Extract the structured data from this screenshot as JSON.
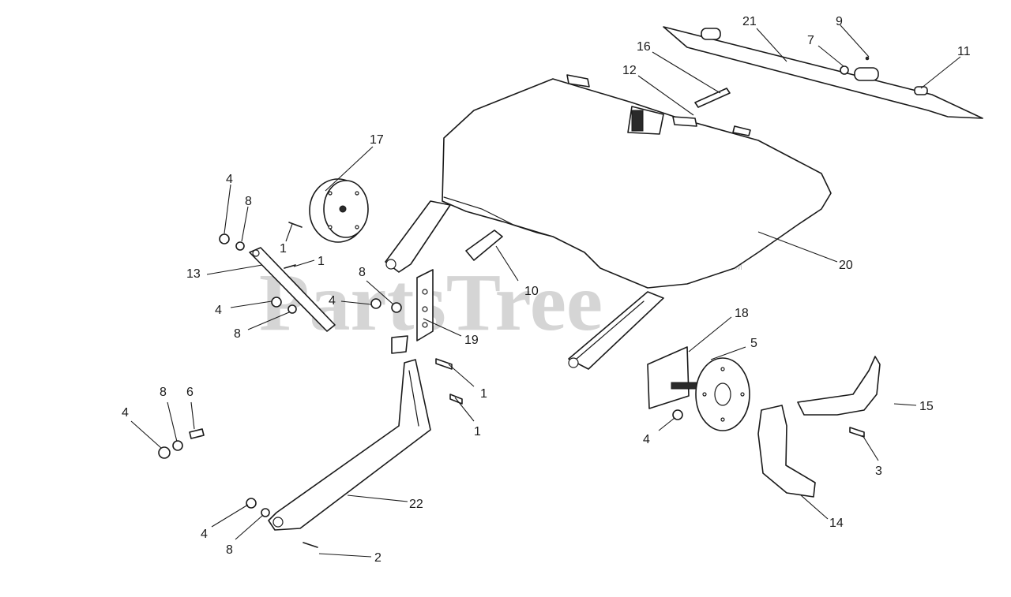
{
  "watermark": {
    "text": "PartsTree",
    "trademark": "TM"
  },
  "callouts": [
    {
      "id": "c21",
      "label": "21"
    },
    {
      "id": "c9",
      "label": "9"
    },
    {
      "id": "c7",
      "label": "7"
    },
    {
      "id": "c11",
      "label": "11"
    },
    {
      "id": "c16",
      "label": "16"
    },
    {
      "id": "c12",
      "label": "12"
    },
    {
      "id": "c17",
      "label": "17"
    },
    {
      "id": "c4a",
      "label": "4"
    },
    {
      "id": "c8a",
      "label": "8"
    },
    {
      "id": "c1a",
      "label": "1"
    },
    {
      "id": "c1b",
      "label": "1"
    },
    {
      "id": "c13",
      "label": "13"
    },
    {
      "id": "c8b",
      "label": "8"
    },
    {
      "id": "c10",
      "label": "10"
    },
    {
      "id": "c20",
      "label": "20"
    },
    {
      "id": "c4b",
      "label": "4"
    },
    {
      "id": "c4c",
      "label": "4"
    },
    {
      "id": "c8c",
      "label": "8"
    },
    {
      "id": "c19",
      "label": "19"
    },
    {
      "id": "c18",
      "label": "18"
    },
    {
      "id": "c5",
      "label": "5"
    },
    {
      "id": "c1c",
      "label": "1"
    },
    {
      "id": "c1d",
      "label": "1"
    },
    {
      "id": "c8d",
      "label": "8"
    },
    {
      "id": "c6",
      "label": "6"
    },
    {
      "id": "c4d",
      "label": "4"
    },
    {
      "id": "c15",
      "label": "15"
    },
    {
      "id": "c4e",
      "label": "4"
    },
    {
      "id": "c3",
      "label": "3"
    },
    {
      "id": "c22",
      "label": "22"
    },
    {
      "id": "c14",
      "label": "14"
    },
    {
      "id": "c4f",
      "label": "4"
    },
    {
      "id": "c8e",
      "label": "8"
    },
    {
      "id": "c2",
      "label": "2"
    }
  ]
}
